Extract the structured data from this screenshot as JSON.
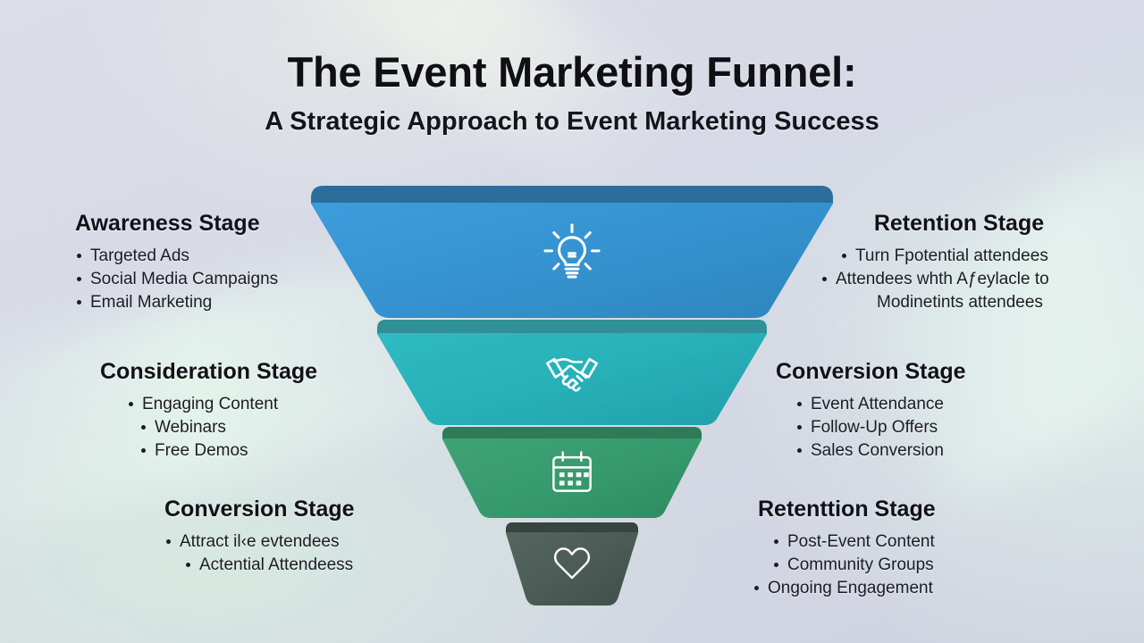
{
  "header": {
    "title": "The Event Marketing Funnel:",
    "subtitle": "A Strategic Approach to Event Marketing Success"
  },
  "colors": {
    "background": "#d7dae6",
    "accent_streak": "#e5f5ec",
    "tier_awareness": "#3b9ad8",
    "tier_awareness_rim": "#2d6d9c",
    "tier_consideration": "#2bb8bf",
    "tier_consideration_rim": "#2f8f96",
    "tier_conversion": "#3d9e73",
    "tier_conversion_rim": "#2f7a58",
    "tier_retention": "#4d5d57",
    "tier_retention_rim": "#37443f",
    "title_text": "#101014",
    "body_text": "#1b1c22",
    "icon": "#ffffff"
  },
  "funnel": {
    "tiers": [
      {
        "name": "awareness",
        "icon": "lightbulb-icon",
        "color": "#3b9ad8"
      },
      {
        "name": "consideration",
        "icon": "handshake-icon",
        "color": "#2bb8bf"
      },
      {
        "name": "conversion",
        "icon": "calendar-icon",
        "color": "#3d9e73"
      },
      {
        "name": "retention",
        "icon": "heart-icon",
        "color": "#4d5d57"
      }
    ]
  },
  "blocks": {
    "left_top": {
      "title": "Awareness Stage",
      "items": [
        "Targeted Ads",
        "Social Media Campaigns",
        "Email Marketing"
      ]
    },
    "left_middle": {
      "title": "Consideration Stage",
      "items": [
        "Engaging Content",
        "Webinars",
        "Free Demos"
      ]
    },
    "left_bottom": {
      "title": "Conversion Stage",
      "items": [
        "Attract il‹e evtendees",
        "Actential Attendeess"
      ]
    },
    "right_top": {
      "title": "Retention Stage",
      "items": [
        "Turn Fpotential attendees",
        "Attendees whth Aƒeylacle to",
        "Modinetints attendees"
      ]
    },
    "right_middle": {
      "title": "Conversion Stage",
      "items": [
        "Event Attendance",
        "Follow-Up Offers",
        "Sales Conversion"
      ]
    },
    "right_bottom": {
      "title": "Retenttion Stage",
      "items": [
        "Post-Event Content",
        "Community Groups",
        "Ongoing Engagement"
      ]
    }
  }
}
